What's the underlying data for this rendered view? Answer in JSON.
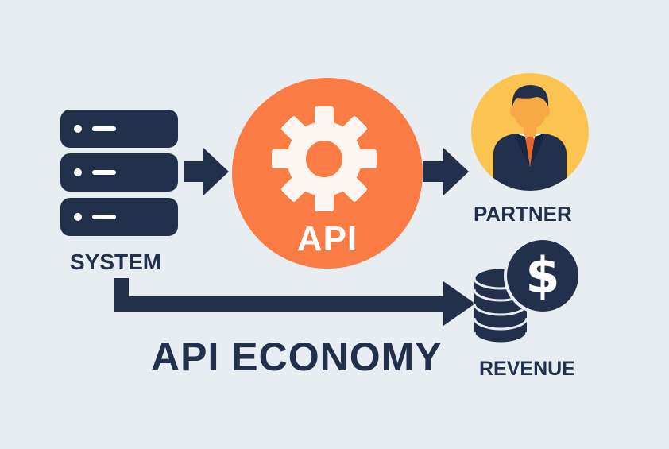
{
  "labels": {
    "system": "SYSTEM",
    "api": "API",
    "partner": "PARTNER",
    "revenue": "REVENUE",
    "title": "API ECONOMY"
  },
  "icons": {
    "system": "server-stack-icon",
    "api": "gear-icon",
    "partner": "businessman-icon",
    "revenue": "coin-stack-dollar-icon"
  },
  "colors": {
    "background": "#e8edf2",
    "navy": "#22304c",
    "orange": "#fa7c44",
    "yellow": "#fbc450",
    "gear": "#fbf6ef",
    "skin": "#f8a844",
    "tie": "#e8662e"
  }
}
